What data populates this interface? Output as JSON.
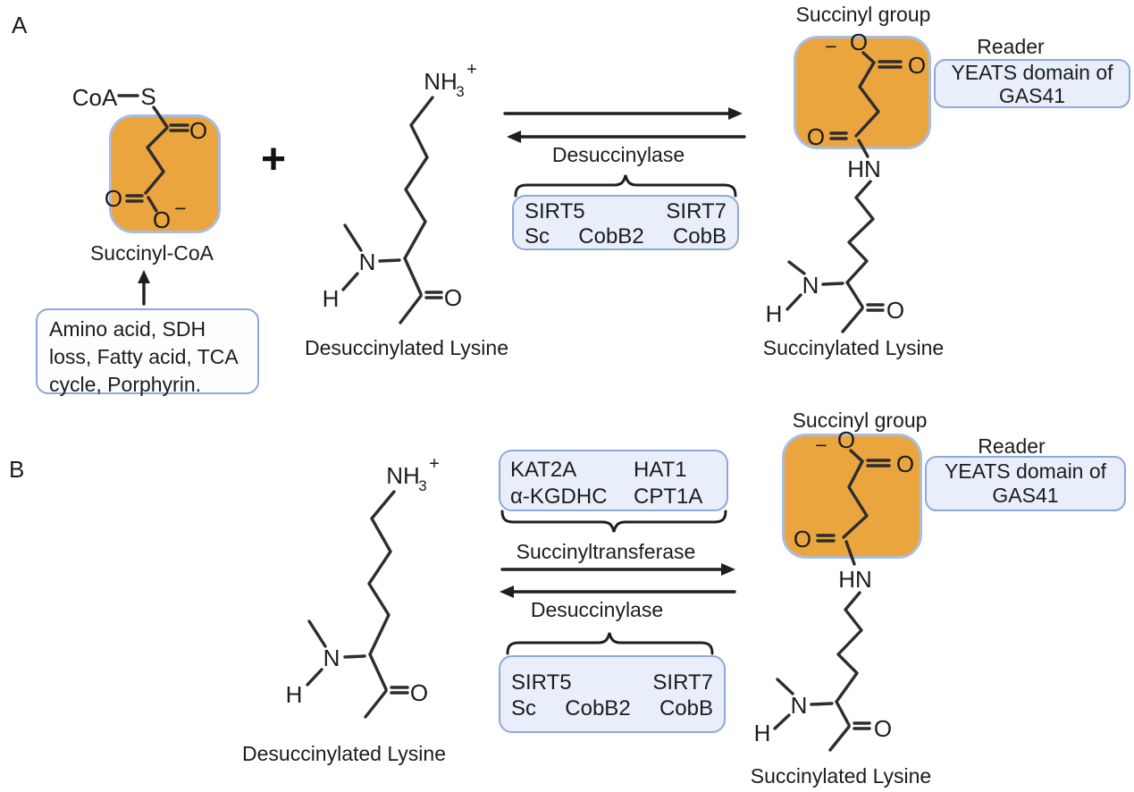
{
  "colors": {
    "succinyl_fill": "#EAA53E",
    "succinyl_border": "#A9BCDF",
    "blue_box_fill": "#E8EFFA",
    "blue_box_border": "#8EA8D9",
    "bond": "#2d2d2d"
  },
  "atoms": {
    "O": "O",
    "N": "N",
    "H": "H",
    "S": "S",
    "HN": "HN",
    "NH": "NH",
    "CoA": "CoA",
    "three": "3",
    "plus": "+",
    "minus": "−"
  },
  "panelA": {
    "label": "A",
    "succinyl_coa_caption": "Succinyl-CoA",
    "source_box_lines": [
      "Amino acid, SDH",
      "loss, Fatty acid, TCA",
      "cycle, Porphyrin."
    ],
    "plus_sign": "+",
    "desuccinylated_caption": "Desuccinylated Lysine",
    "desuccinylase_label": "Desuccinylase",
    "enzyme_box": {
      "r1c1": "SIRT5",
      "r1c2": "SIRT7",
      "r2c1": "Sc",
      "r2c2": "CobB2",
      "r2c3": "CobB"
    },
    "succinyl_group_label": "Succinyl group",
    "reader_label": "Reader",
    "reader_box_line1": "YEATS domain of",
    "reader_box_line2": "GAS41",
    "succinylated_caption": "Succinylated Lysine"
  },
  "panelB": {
    "label": "B",
    "desuccinylated_caption": "Desuccinylated Lysine",
    "transferase_box": {
      "r1c1": "KAT2A",
      "r1c2": "HAT1",
      "r2c1": "α-KGDHC",
      "r2c2": "CPT1A"
    },
    "succinyltransferase_label": "Succinyltransferase",
    "desuccinylase_label": "Desuccinylase",
    "enzyme_box": {
      "r1c1": "SIRT5",
      "r1c2": "SIRT7",
      "r2c1": "Sc",
      "r2c2": "CobB2",
      "r2c3": "CobB"
    },
    "succinyl_group_label": "Succinyl group",
    "reader_label": "Reader",
    "reader_box_line1": "YEATS domain of",
    "reader_box_line2": "GAS41",
    "succinylated_caption": "Succinylated Lysine"
  }
}
